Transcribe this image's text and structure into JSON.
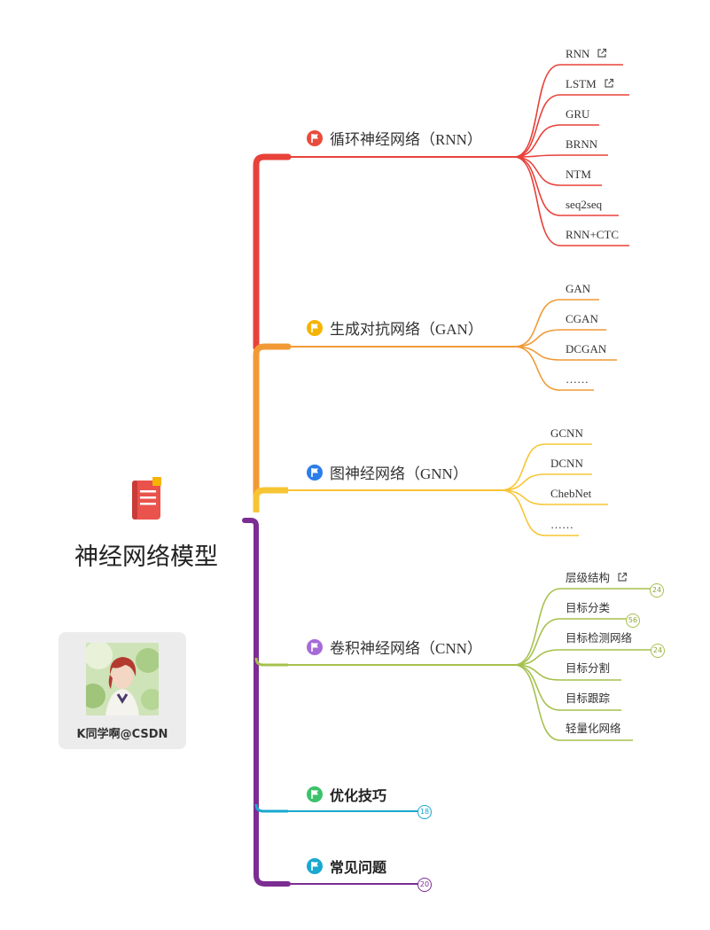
{
  "root": {
    "title": "神经网络模型",
    "icon": "notebook-icon"
  },
  "branches": {
    "rnn": {
      "label": "循环神经网络（RNN）",
      "color": "#e8423a",
      "children": [
        "RNN",
        "LSTM",
        "GRU",
        "BRNN",
        "NTM",
        "seq2seq",
        "RNN+CTC"
      ]
    },
    "gan": {
      "label": "生成对抗网络（GAN）",
      "color": "#f19a35",
      "children": [
        "GAN",
        "CGAN",
        "DCGAN",
        "……"
      ]
    },
    "gnn": {
      "label": "图神经网络（GNN）",
      "color": "#f7c534",
      "children": [
        "GCNN",
        "DCNN",
        "ChebNet",
        "……"
      ]
    },
    "cnn": {
      "label": "卷积神经网络（CNN）",
      "color": "#a5c14d",
      "children": [
        "层级结构",
        "目标分类",
        "目标检测网络",
        "目标分割",
        "目标跟踪",
        "轻量化网络"
      ],
      "badges": [
        "24",
        "56",
        "24"
      ]
    },
    "opt": {
      "label": "优化技巧",
      "color": "#19a8cf",
      "badge": "18"
    },
    "faq": {
      "label": "常见问题",
      "color": "#7b2d92",
      "badge": "20"
    }
  },
  "flag_colors": {
    "rnn": "#ea4b3c",
    "gan": "#f4b400",
    "gnn": "#2b7de9",
    "cnn": "#a66bd8",
    "opt": "#3cc26b",
    "faq": "#19a8cf"
  },
  "author": {
    "name": "K同学啊@CSDN"
  }
}
